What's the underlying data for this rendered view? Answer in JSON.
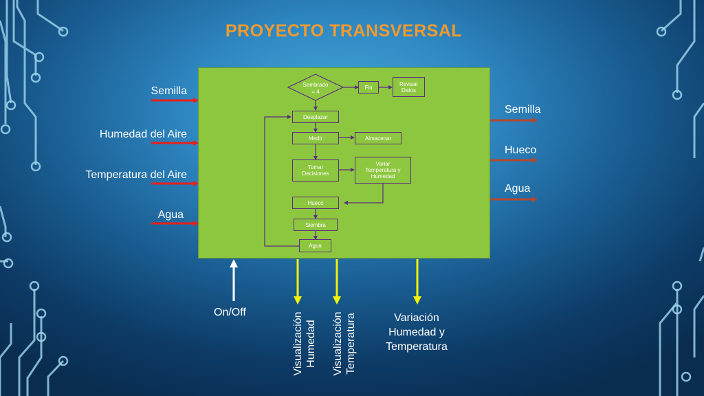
{
  "title": "PROYECTO TRANSVERSAL",
  "inputs": [
    "Semilla",
    "Humedad del Aire",
    "Temperatura del Aire",
    "Agua"
  ],
  "outputs": [
    "Semilla",
    "Hueco",
    "Agua"
  ],
  "bottom": {
    "onoff": "On/Off",
    "vis_humedad_1": "Visualización",
    "vis_humedad_2": "Humedad",
    "vis_temp_1": "Visualización",
    "vis_temp_2": "Temperatura",
    "variacion": [
      "Variación",
      "Humedad y",
      "Temperatura"
    ]
  },
  "flow": {
    "decision": [
      "Sembrado",
      "= 4"
    ],
    "fin": "Fin",
    "revisar": [
      "Revisar",
      "Datos"
    ],
    "desplazar": "Desplazar",
    "medir": "Medir",
    "almacenar": "Almacenar",
    "tomar": [
      "Tomar",
      "Decisiones"
    ],
    "variar": [
      "Variar",
      "Temperatura y",
      "Humedad"
    ],
    "hueco": "Hueco",
    "siembra": "Siembra",
    "agua": "Agua"
  },
  "colors": {
    "title": "#f29a2e",
    "input_arrow": "#e8201c",
    "output_arrow": "#b5472f",
    "yellow_arrow": "#f2f20a",
    "box_fill": "#8dc63f",
    "node_border": "#5b2d82"
  }
}
